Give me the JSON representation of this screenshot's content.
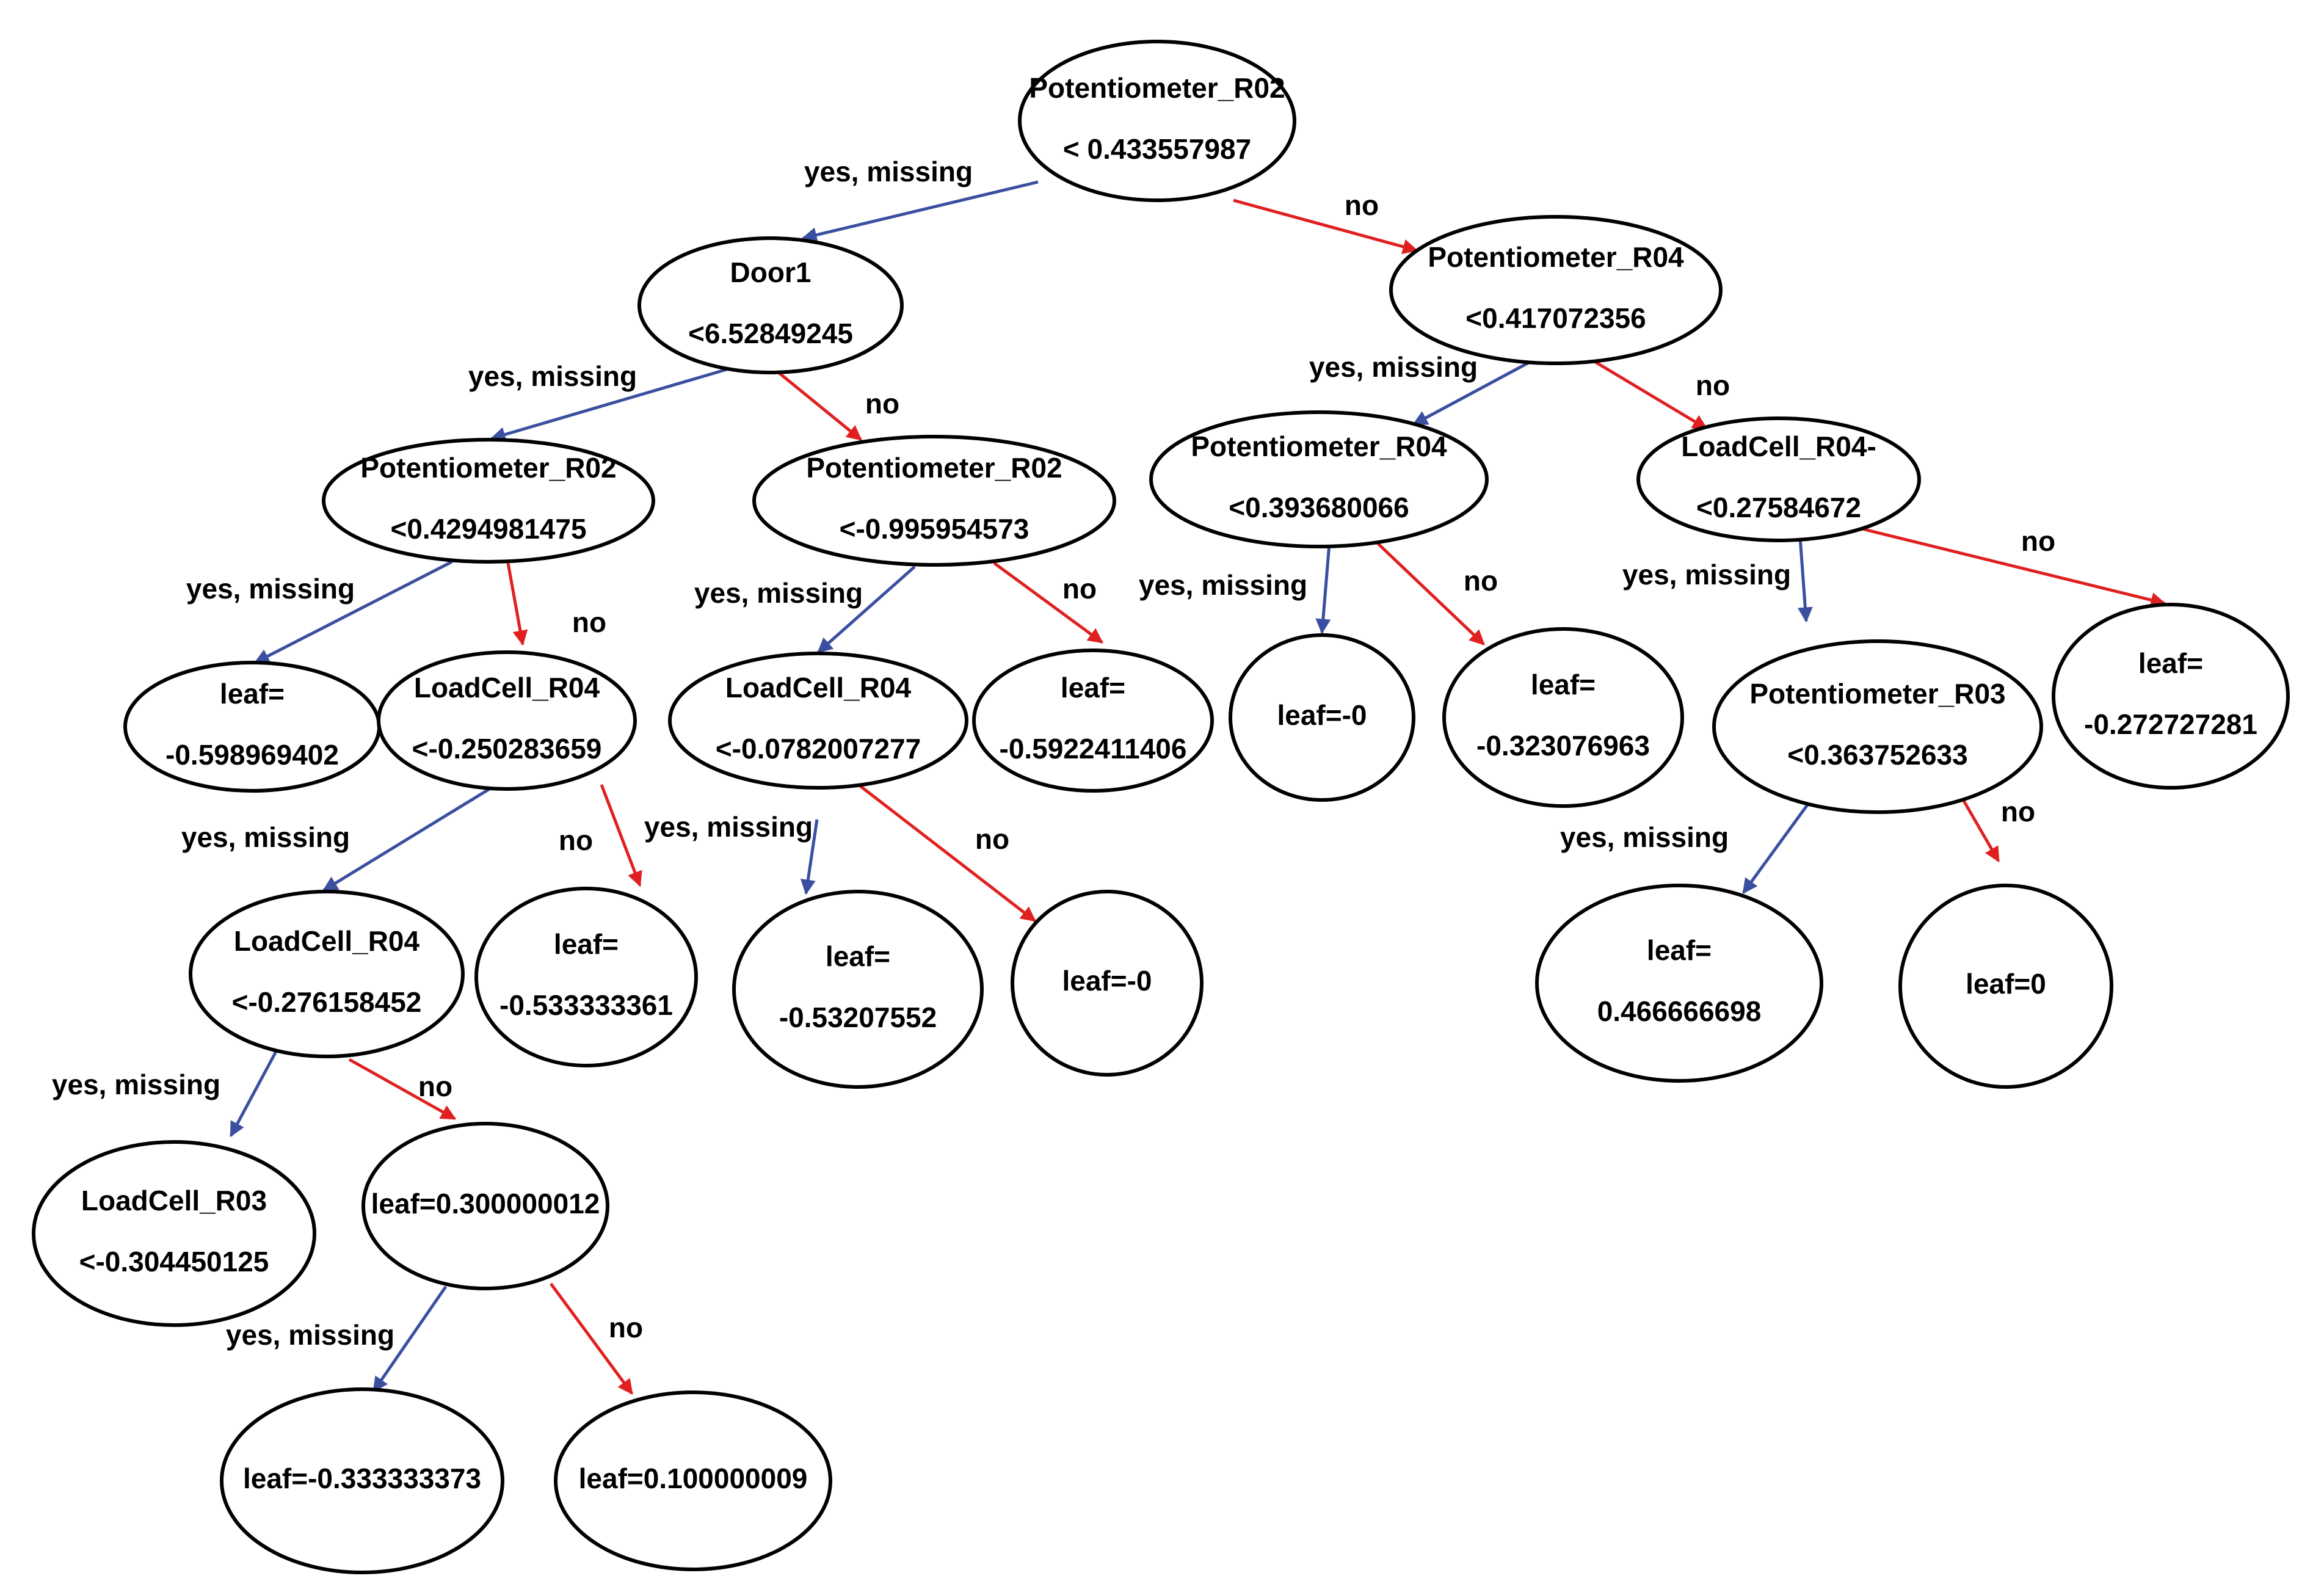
{
  "colors": {
    "yes_edge": "#3b4fa0",
    "no_edge": "#e02020",
    "node_stroke": "#000000"
  },
  "edge_labels": {
    "yes": "yes, missing",
    "no": "no"
  },
  "nodes": [
    {
      "id": "n1",
      "lines": [
        "Potentiometer_R02",
        "< 0.433557987"
      ]
    },
    {
      "id": "n2",
      "lines": [
        "Door1",
        "<6.52849245"
      ]
    },
    {
      "id": "n3",
      "lines": [
        "Potentiometer_R04",
        "<0.417072356"
      ]
    },
    {
      "id": "n4",
      "lines": [
        "Potentiometer_R02",
        "<0.4294981475"
      ]
    },
    {
      "id": "n5",
      "lines": [
        "Potentiometer_R02",
        "<-0.995954573"
      ]
    },
    {
      "id": "n6",
      "lines": [
        "Potentiometer_R04",
        "<0.393680066"
      ]
    },
    {
      "id": "n7",
      "lines": [
        "LoadCell_R04-",
        "<0.27584672"
      ]
    },
    {
      "id": "n8",
      "lines": [
        "leaf=",
        "-0.598969402"
      ]
    },
    {
      "id": "n9",
      "lines": [
        "LoadCell_R04",
        "<-0.250283659"
      ]
    },
    {
      "id": "n10",
      "lines": [
        "LoadCell_R04",
        "<-0.0782007277"
      ]
    },
    {
      "id": "n11",
      "lines": [
        "leaf=",
        "-0.5922411406"
      ]
    },
    {
      "id": "n12",
      "lines": [
        "leaf=-0"
      ]
    },
    {
      "id": "n13",
      "lines": [
        "leaf=",
        "-0.323076963"
      ]
    },
    {
      "id": "n14",
      "lines": [
        "Potentiometer_R03",
        "<0.363752633"
      ]
    },
    {
      "id": "n15",
      "lines": [
        "leaf=",
        "-0.272727281"
      ]
    },
    {
      "id": "n16",
      "lines": [
        "LoadCell_R04",
        "<-0.276158452"
      ]
    },
    {
      "id": "n17",
      "lines": [
        "leaf=",
        "-0.533333361"
      ]
    },
    {
      "id": "n18",
      "lines": [
        "leaf=",
        "-0.53207552"
      ]
    },
    {
      "id": "n19",
      "lines": [
        "leaf=-0"
      ]
    },
    {
      "id": "n20",
      "lines": [
        "leaf=",
        "0.466666698"
      ]
    },
    {
      "id": "n21",
      "lines": [
        "leaf=0"
      ]
    },
    {
      "id": "n22",
      "lines": [
        "LoadCell_R03",
        "<-0.304450125"
      ]
    },
    {
      "id": "n23",
      "lines": [
        "leaf=0.300000012"
      ]
    },
    {
      "id": "n24",
      "lines": [
        "leaf=-0.333333373"
      ]
    },
    {
      "id": "n25",
      "lines": [
        "leaf=0.100000009"
      ]
    }
  ],
  "edges": [
    {
      "from": "n1",
      "to": "n2",
      "kind": "yes"
    },
    {
      "from": "n1",
      "to": "n3",
      "kind": "no"
    },
    {
      "from": "n2",
      "to": "n4",
      "kind": "yes"
    },
    {
      "from": "n2",
      "to": "n5",
      "kind": "no"
    },
    {
      "from": "n3",
      "to": "n6",
      "kind": "yes"
    },
    {
      "from": "n3",
      "to": "n7",
      "kind": "no"
    },
    {
      "from": "n4",
      "to": "n8",
      "kind": "yes"
    },
    {
      "from": "n4",
      "to": "n9",
      "kind": "no"
    },
    {
      "from": "n5",
      "to": "n10",
      "kind": "yes"
    },
    {
      "from": "n5",
      "to": "n11",
      "kind": "no"
    },
    {
      "from": "n6",
      "to": "n12",
      "kind": "yes"
    },
    {
      "from": "n6",
      "to": "n13",
      "kind": "no"
    },
    {
      "from": "n7",
      "to": "n14",
      "kind": "yes"
    },
    {
      "from": "n7",
      "to": "n15",
      "kind": "no"
    },
    {
      "from": "n9",
      "to": "n16",
      "kind": "yes"
    },
    {
      "from": "n9",
      "to": "n17",
      "kind": "no"
    },
    {
      "from": "n10",
      "to": "n18",
      "kind": "yes"
    },
    {
      "from": "n10",
      "to": "n19",
      "kind": "no"
    },
    {
      "from": "n14",
      "to": "n20",
      "kind": "yes"
    },
    {
      "from": "n14",
      "to": "n21",
      "kind": "no"
    },
    {
      "from": "n16",
      "to": "n22",
      "kind": "yes"
    },
    {
      "from": "n16",
      "to": "n23",
      "kind": "no"
    },
    {
      "from": "n23",
      "to": "n24",
      "kind": "yes"
    },
    {
      "from": "n23",
      "to": "n25",
      "kind": "no"
    }
  ]
}
